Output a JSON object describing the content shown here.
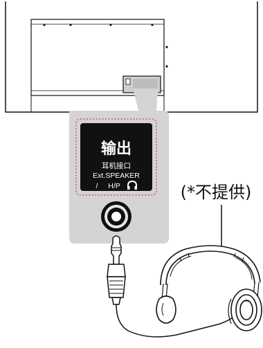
{
  "port_panel": {
    "title": "输出",
    "line1": "耳机接口",
    "line2": "Ext.SPEAKER",
    "line3_prefix": "/",
    "line3_main": "H/P",
    "headphone_symbol": "headphone-icon"
  },
  "callout": {
    "not_supplied": "(*不提供)"
  },
  "colors": {
    "panel_grey": "#d4d4d4",
    "label_black": "#111111",
    "dotted_outline": "#d0507a",
    "line": "#111111"
  }
}
